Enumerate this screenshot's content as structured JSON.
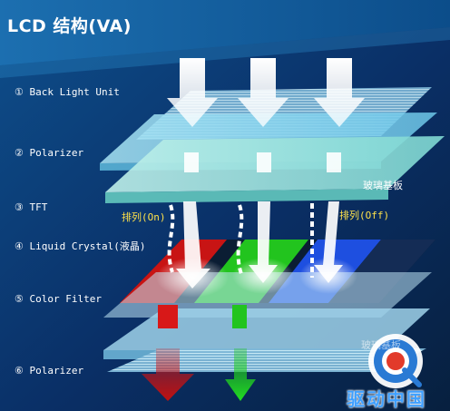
{
  "title": "LCD 结构(VA)",
  "layers": [
    {
      "label": "① Back Light Unit"
    },
    {
      "label": "② Polarizer"
    },
    {
      "label": "③ TFT"
    },
    {
      "label": "④ Liquid Crystal(液晶)"
    },
    {
      "label": "⑤ Color Filter"
    },
    {
      "label": "⑥ Polarizer"
    }
  ],
  "orientation": {
    "on": "排列(On)",
    "off": "排列(Off)"
  },
  "glass_labels": {
    "upper": "玻璃基板",
    "lower": "玻璃基板"
  },
  "logo": {
    "text": "驱动中国"
  },
  "colors": {
    "background": "#0a2a5a",
    "light": "#ffffff",
    "red": "#d81818",
    "green": "#22c41e",
    "blue": "#1e4fe0",
    "label_accent": "#ffe24a"
  }
}
